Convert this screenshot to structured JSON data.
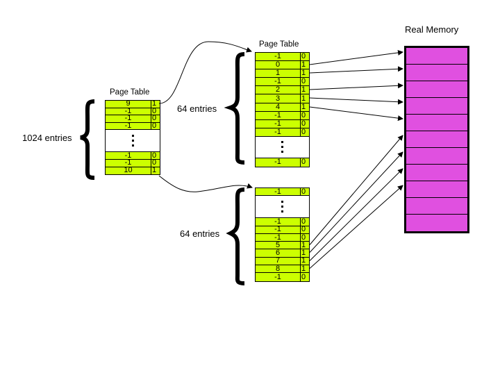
{
  "diagram": {
    "outer_table": {
      "title": "Page Table",
      "entries_label": "1024 entries",
      "rows_top": [
        {
          "value": "9",
          "bit": "1"
        },
        {
          "value": "-1",
          "bit": "0"
        },
        {
          "value": "-1",
          "bit": "0"
        },
        {
          "value": "-1",
          "bit": "0"
        }
      ],
      "rows_bottom": [
        {
          "value": "-1",
          "bit": "0"
        },
        {
          "value": "-1",
          "bit": "0"
        },
        {
          "value": "10",
          "bit": "1"
        }
      ]
    },
    "inner_table_a": {
      "title": "Page Table",
      "entries_label": "64 entries",
      "rows_top": [
        {
          "value": "-1",
          "bit": "0"
        },
        {
          "value": "0",
          "bit": "1"
        },
        {
          "value": "1",
          "bit": "1"
        },
        {
          "value": "-1",
          "bit": "0"
        },
        {
          "value": "2",
          "bit": "1"
        },
        {
          "value": "3",
          "bit": "1"
        },
        {
          "value": "4",
          "bit": "1"
        },
        {
          "value": "-1",
          "bit": "0"
        },
        {
          "value": "-1",
          "bit": "0"
        },
        {
          "value": "-1",
          "bit": "0"
        }
      ],
      "rows_bottom": [
        {
          "value": "-1",
          "bit": "0"
        }
      ]
    },
    "inner_table_b": {
      "entries_label": "64 entries",
      "rows_top": [
        {
          "value": "-1",
          "bit": "0"
        }
      ],
      "rows_bottom": [
        {
          "value": "-1",
          "bit": "0"
        },
        {
          "value": "-1",
          "bit": "0"
        },
        {
          "value": "-1",
          "bit": "0"
        },
        {
          "value": "5",
          "bit": "1"
        },
        {
          "value": "6",
          "bit": "1"
        },
        {
          "value": "7",
          "bit": "1"
        },
        {
          "value": "8",
          "bit": "1"
        },
        {
          "value": "-1",
          "bit": "0"
        }
      ]
    },
    "real_memory": {
      "title": "Real Memory",
      "slot_count": 11
    },
    "colors": {
      "table_fill": "#ccff00",
      "memory_fill": "#e050e0",
      "stroke": "#000000"
    }
  }
}
